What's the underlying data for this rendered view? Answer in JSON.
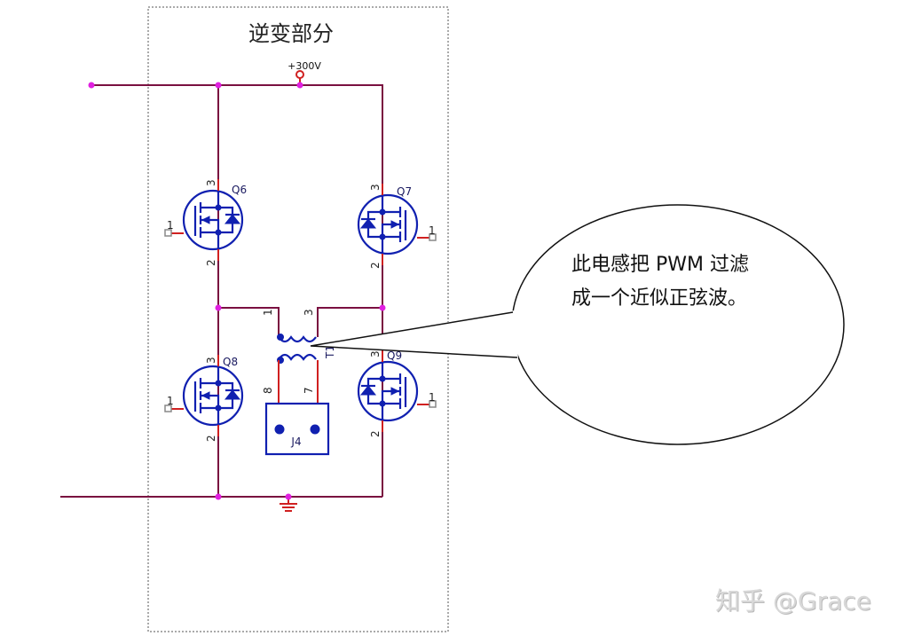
{
  "title": "逆变部分",
  "supply_label": "+300V",
  "callout": {
    "line1": "此电感把 PWM 过滤",
    "line2": "成一个近似正弦波。"
  },
  "transistors": [
    {
      "ref": "Q6",
      "gate": "1",
      "drain": "3",
      "source": "2"
    },
    {
      "ref": "Q7",
      "gate": "1",
      "drain": "3",
      "source": "2"
    },
    {
      "ref": "Q8",
      "gate": "1",
      "drain": "3",
      "source": "2"
    },
    {
      "ref": "Q9",
      "gate": "1",
      "drain": "3",
      "source": "2"
    }
  ],
  "transformer": {
    "ref": "T1",
    "pins": [
      "1",
      "3",
      "8",
      "7"
    ]
  },
  "connector": {
    "ref": "J4"
  },
  "watermark": "知乎 @Grace",
  "colors": {
    "wire": "#7a1040",
    "lead": "#d02020",
    "component": "#1020b0",
    "junction": "#e020e0"
  }
}
